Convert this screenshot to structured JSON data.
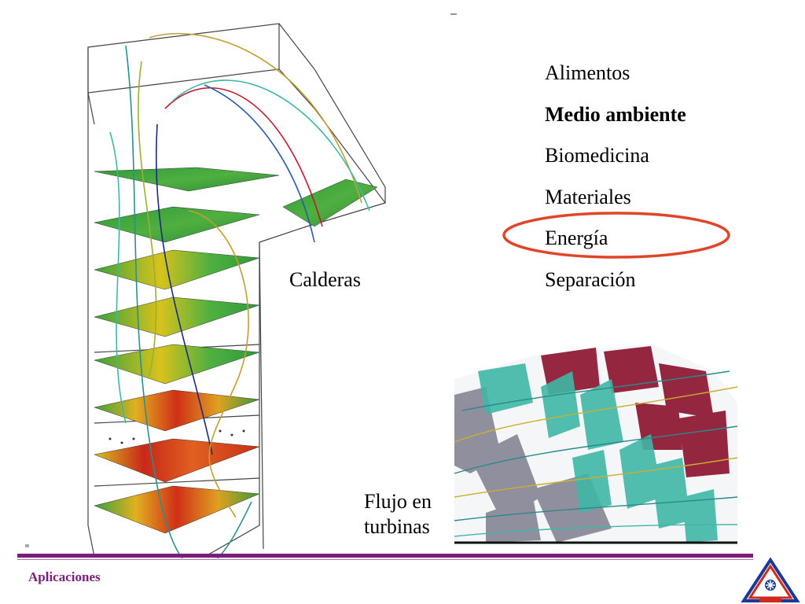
{
  "labels": {
    "boiler": "Calderas",
    "turbine_line1": "Flujo en",
    "turbine_line2": "turbinas"
  },
  "topics": [
    {
      "label": "Alimentos",
      "bold": false
    },
    {
      "label": "Medio ambiente",
      "bold": true
    },
    {
      "label": "Biomedicina",
      "bold": false
    },
    {
      "label": "Materiales",
      "bold": false
    },
    {
      "label": "Energía",
      "bold": false,
      "highlighted": true
    },
    {
      "label": "Separación",
      "bold": false
    }
  ],
  "footer": {
    "title": "Aplicaciones"
  },
  "colors": {
    "accent": "#7b1e7b",
    "highlight_ring": "#e0452a",
    "field_green": "#2e9e3a",
    "field_yellow": "#d9c21b",
    "field_red": "#d02a1a",
    "turbine_teal": "#3fb7a6",
    "turbine_maroon": "#8c1530",
    "turbine_grey": "#8a8a9a"
  },
  "icons": {
    "highlight": "red-ellipse-annotation",
    "logo": "metrology-triangle-logo"
  }
}
